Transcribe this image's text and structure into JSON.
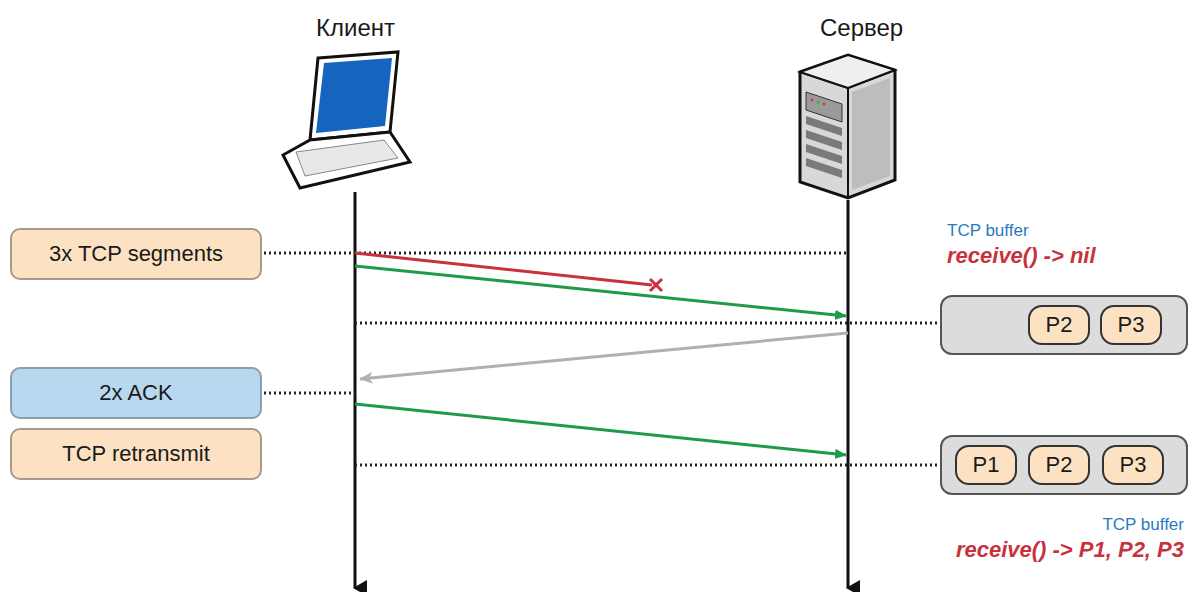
{
  "diagram": {
    "nodes": [
      {
        "text": [
          "3x TCP segments"
        ]
      },
      {
        "text": [
          "TCP buffer",
          "receive() -> nil"
        ]
      },
      {
        "text": [
          "P2"
        ],
        "in": 1
      },
      {
        "text": [
          "P3"
        ],
        "in": 1
      },
      {
        "text": [
          "2x ACK"
        ]
      },
      {
        "text": [
          "TCP retransmit"
        ]
      },
      {
        "text": [
          "TCP buffer",
          "receive() -> P1, P2, P3"
        ]
      },
      {
        "text": [
          "P1"
        ],
        "in": 6
      },
      {
        "text": [
          "P2"
        ],
        "in": 6
      },
      {
        "text": [
          "P3"
        ],
        "in": 6
      }
    ],
    "labels": [
      "Клиент",
      "Сервер"
    ]
  }
}
